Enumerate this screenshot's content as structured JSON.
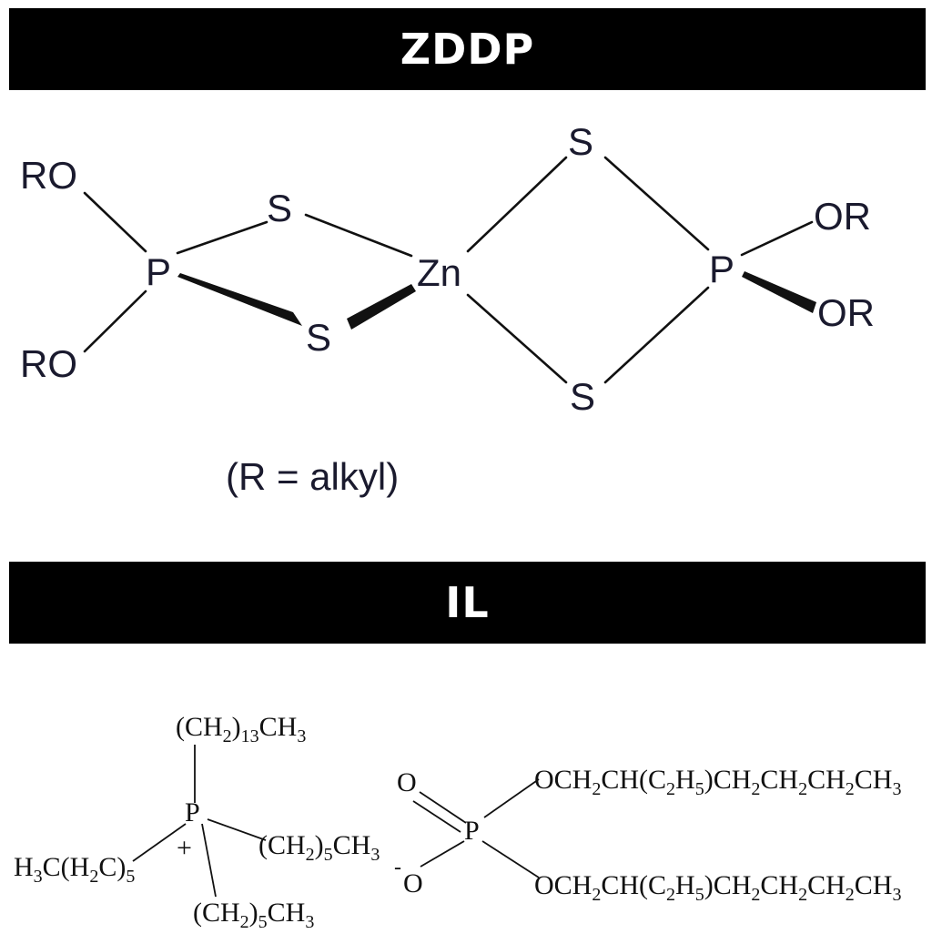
{
  "sections": {
    "zddp": {
      "title": "ZDDP",
      "atoms": {
        "ro_top_left": "RO",
        "ro_bottom_left": "RO",
        "p_left": "P",
        "s_left_top": "S",
        "s_left_bottom": "S",
        "zn": "Zn",
        "s_right_top": "S",
        "s_right_bottom": "S",
        "p_right": "P",
        "or_top_right": "OR",
        "or_bottom_right": "OR"
      },
      "note": "(R = alkyl)"
    },
    "il": {
      "title": "IL",
      "cation": {
        "p": "P",
        "charge": "+",
        "top": {
          "base1": "(CH",
          "sub1": "2",
          "mid1": ")",
          "sub2": "13",
          "tail": "CH",
          "sub3": "3"
        },
        "right": {
          "base1": "(CH",
          "sub1": "2",
          "mid1": ")",
          "sub2": "5",
          "tail": "CH",
          "sub3": "3"
        },
        "bottom": {
          "base1": "(CH",
          "sub1": "2",
          "mid1": ")",
          "sub2": "5",
          "tail": "CH",
          "sub3": "3"
        },
        "left": {
          "base1": "H",
          "sub1": "3",
          "mid1": "C(H",
          "sub2": "2",
          "mid2": "C)",
          "sub3": "5"
        }
      },
      "anion": {
        "p": "P",
        "o_double": "O",
        "o_minus": "O",
        "minus": "-",
        "chain_top": {
          "a": "OCH",
          "s1": "2",
          "b": "CH(C",
          "s2": "2",
          "c": "H",
          "s3": "5",
          "d": ")CH",
          "s4": "2",
          "e": "CH",
          "s5": "2",
          "f": "CH",
          "s6": "2",
          "g": "CH",
          "s7": "3"
        },
        "chain_bottom": {
          "a": "OCH",
          "s1": "2",
          "b": "CH(C",
          "s2": "2",
          "c": "H",
          "s3": "5",
          "d": ")CH",
          "s4": "2",
          "e": "CH",
          "s5": "2",
          "f": "CH",
          "s6": "2",
          "g": "CH",
          "s7": "3"
        }
      }
    }
  }
}
